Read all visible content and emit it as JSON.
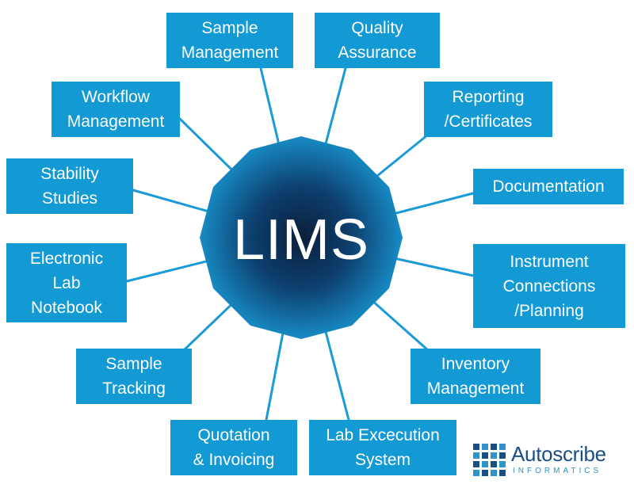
{
  "diagram": {
    "center_label": "LIMS",
    "nodes": {
      "sample_management": "Sample\nManagement",
      "quality_assurance": "Quality\nAssurance",
      "reporting_certificates": "Reporting\n/Certificates",
      "workflow_management": "Workflow\nManagement",
      "stability_studies": "Stability\nStudies",
      "documentation": "Documentation",
      "electronic_lab_notebook": "Electronic\nLab\nNotebook",
      "instrument_connections": "Instrument\nConnections\n/Planning",
      "sample_tracking": "Sample\nTracking",
      "inventory_management": "Inventory\nManagement",
      "quotation_invoicing": "Quotation\n& Invoicing",
      "lab_execution_system": "Lab Excecution\nSystem"
    }
  },
  "logo": {
    "name": "Autoscribe",
    "sub": "INFORMATICS"
  },
  "colors": {
    "box": "#1399d4",
    "hub_center": "#0b1f3a",
    "hub_edge": "#1a9ad6",
    "connector": "#1a9ad6",
    "logo_text": "#1a4f86"
  }
}
